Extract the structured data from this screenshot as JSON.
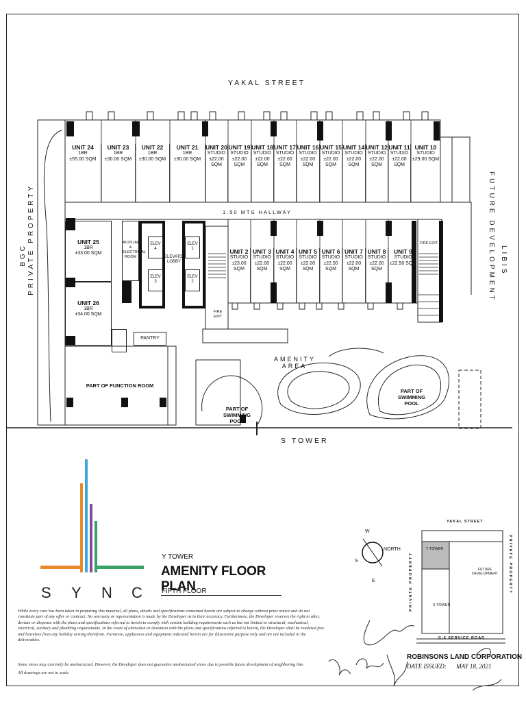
{
  "streets": {
    "top": "YAKAL STREET",
    "bottom": "S TOWER",
    "left_outer": "BGC",
    "left_inner": "PRIVATE PROPERTY",
    "right_outer": "FUTURE DEVELOPMENT",
    "right_inner": "LIBIS"
  },
  "top_units": [
    {
      "name": "UNIT 24",
      "type": "1BR",
      "area": "±55.00 SQM"
    },
    {
      "name": "UNIT 23",
      "type": "1BR",
      "area": "±30.00 SQM"
    },
    {
      "name": "UNIT 22",
      "type": "1BR",
      "area": "±30.00 SQM"
    },
    {
      "name": "UNIT 21",
      "type": "1BR",
      "area": "±30.00 SQM"
    },
    {
      "name": "UNIT 20",
      "type": "STUDIO",
      "area": "±22.00 SQM"
    },
    {
      "name": "UNIT 19",
      "type": "STUDIO",
      "area": "±22.00 SQM"
    },
    {
      "name": "UNIT 18",
      "type": "STUDIO",
      "area": "±22.00 SQM"
    },
    {
      "name": "UNIT 17",
      "type": "STUDIO",
      "area": "±22.00 SQM"
    },
    {
      "name": "UNIT 16",
      "type": "STUDIO",
      "area": "±22.00 SQM"
    },
    {
      "name": "UNIT 15",
      "type": "STUDIO",
      "area": "±22.00 SQM"
    },
    {
      "name": "UNIT 14",
      "type": "STUDIO",
      "area": "±22.00 SQM"
    },
    {
      "name": "UNIT 12",
      "type": "STUDIO",
      "area": "±22.00 SQM"
    },
    {
      "name": "UNIT 11",
      "type": "STUDIO",
      "area": "±22.00 SQM"
    },
    {
      "name": "UNIT 10",
      "type": "STUDIO",
      "area": "±29.00 SQM"
    }
  ],
  "bottom_units": [
    {
      "name": "UNIT 2",
      "type": "STUDIO",
      "area": "±23.00 SQM"
    },
    {
      "name": "UNIT 3",
      "type": "STUDIO",
      "area": "±22.00 SQM"
    },
    {
      "name": "UNIT 4",
      "type": "STUDIO",
      "area": "±22.00 SQM"
    },
    {
      "name": "UNIT 5",
      "type": "STUDIO",
      "area": "±22.00 SQM"
    },
    {
      "name": "UNIT 6",
      "type": "STUDIO",
      "area": "±22.50 SQM"
    },
    {
      "name": "UNIT 7",
      "type": "STUDIO",
      "area": "±22.00 SQM"
    },
    {
      "name": "UNIT 8",
      "type": "STUDIO",
      "area": "±22.00 SQM"
    },
    {
      "name": "UNIT 9",
      "type": "STUDIO",
      "area": "±22.50 SQM"
    }
  ],
  "side_units": [
    {
      "name": "UNIT 25",
      "type": "1BR",
      "area": "±33.00 SQM"
    },
    {
      "name": "UNIT 26",
      "type": "1BR",
      "area": "±34.00 SQM"
    }
  ],
  "labels": {
    "hallway": "1.50 MTS HALLWAY",
    "aux_room": "AUXILIARY & ELECTRICAL ROOM",
    "elev1": "ELEV 1",
    "elev2": "ELEV 2",
    "elev3": "ELEV 3",
    "elev4": "ELEV 4",
    "elevator_lobby": "ELEVATOR LOBBY",
    "fire_exit_left": "FIRE EXIT",
    "fire_exit_right": "FIRE EXIT",
    "pantry": "PANTRY",
    "function_room": "PART OF FUNCTION ROOM",
    "amenity_line1": "AMENITY",
    "amenity_line2": "AREA",
    "pool_left": "PART OF SWIMMING POOL",
    "pool_right": "PART OF SWIMMING POOL"
  },
  "title_block": {
    "tower": "Y TOWER",
    "title": "AMENITY FLOOR PLAN",
    "floor": "FIFTH FLOOR",
    "logo": [
      "S",
      "Y",
      "N",
      "C"
    ],
    "disclaimer": "While every care has been taken in preparing this material, all plans, details and specifications contained herein are subject to change without prior notice and do not constitute part of any offer or contract. No warranty or representation is made by the Developer as to their accuracy. Furthermore, the Developer reserves the right to alter, deviate or dispense with the plans and specifications referred to herein to comply with certain building requirements such as but not limited to structural, mechanical, electrical, sanitary and plumbing requirements. In the event of alteration or deviation with the plans and specifications referred to herein, the Developer shall be rendered free and harmless from any liability arising therefrom. Furniture, appliances and equipment indicated herein are for illustrative purpose only and are not included in the deliverables.",
    "note1": "Some views may currently be unobstructed. However, the Developer does not guarantee unobstructed views due to possible future development of neighboring lots.",
    "note2": "All drawings are not to scale.",
    "company": "ROBINSONS LAND CORPORATION",
    "date_label": "DATE ISSUED:",
    "date": "MAY 18, 2021"
  },
  "compass": {
    "n": "NORTH",
    "w": "W",
    "s": "S",
    "e": "E"
  },
  "keyplan": {
    "top": "YAKAL STREET",
    "left": "PRIVATE PROPERTY",
    "right": "PRIVATE PROPERTY",
    "bottom": "C-5 SERVICE ROAD",
    "y_tower": "Y TOWER",
    "s_tower": "S TOWER",
    "future": "FUTURE DEVELOPMENT"
  },
  "colors": {
    "logo_orange": "#e8892a",
    "logo_blue": "#3aa9d8",
    "logo_purple": "#7b4d9b",
    "logo_green": "#3aa06a"
  }
}
